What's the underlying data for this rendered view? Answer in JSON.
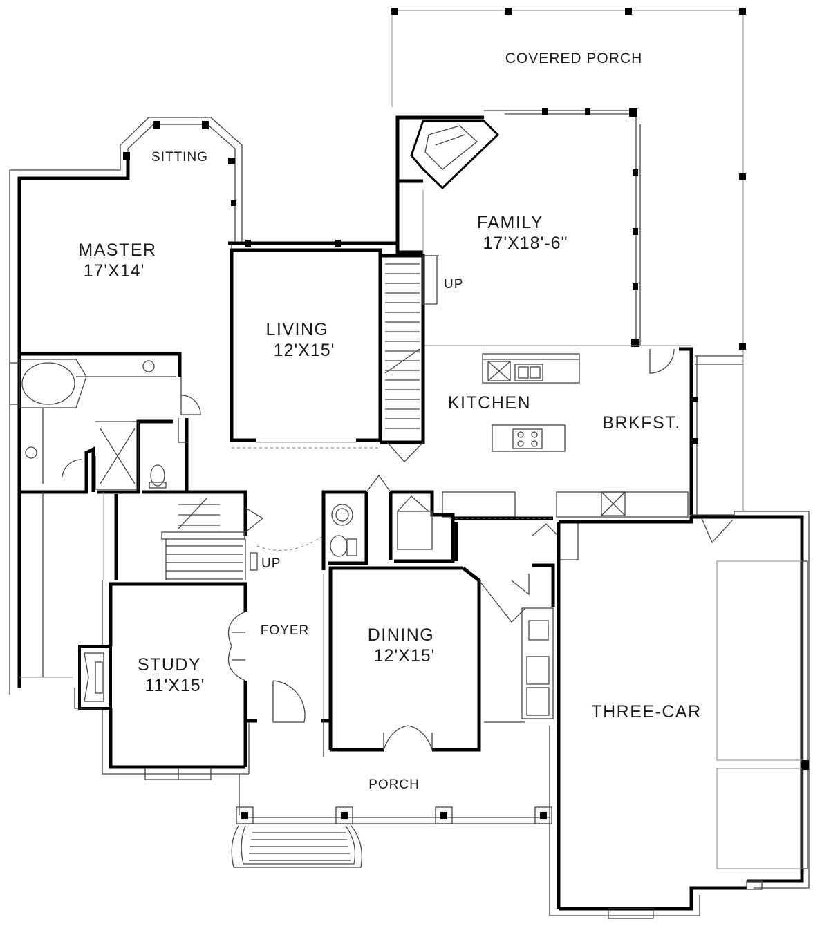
{
  "plan": {
    "rooms": {
      "covered_porch": "COVERED PORCH",
      "sitting": "SITTING",
      "master": {
        "name": "MASTER",
        "dims": "17'X14'"
      },
      "family": {
        "name": "FAMILY",
        "dims": "17'X18'-6\""
      },
      "living": {
        "name": "LIVING",
        "dims": "12'X15'"
      },
      "kitchen": "KITCHEN",
      "brkfst": "BRKFST.",
      "foyer": "FOYER",
      "study": {
        "name": "STUDY",
        "dims": "11'X15'"
      },
      "dining": {
        "name": "DINING",
        "dims": "12'X15'"
      },
      "three_car": "THREE-CAR",
      "porch": "PORCH"
    },
    "stairs": {
      "family_up": "UP",
      "foyer_up": "UP"
    }
  }
}
